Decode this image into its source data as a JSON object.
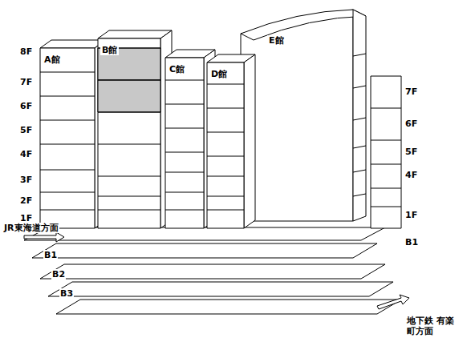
{
  "diagram": {
    "nodes": [
      {
        "text": [
          "A館"
        ]
      },
      {
        "text": [
          "B館"
        ]
      },
      {
        "text": [
          "C館"
        ]
      },
      {
        "text": [
          "D館"
        ]
      },
      {
        "text": [
          "E館"
        ]
      }
    ],
    "labels": [
      "8F",
      "7F",
      "6F",
      "5F",
      "4F",
      "3F",
      "2F",
      "1F",
      "7F",
      "6F",
      "5F",
      "4F",
      "1F",
      "B1",
      "B1",
      "B2",
      "B3",
      "JR東海道方面",
      "地下鉄 有楽町方面"
    ]
  }
}
